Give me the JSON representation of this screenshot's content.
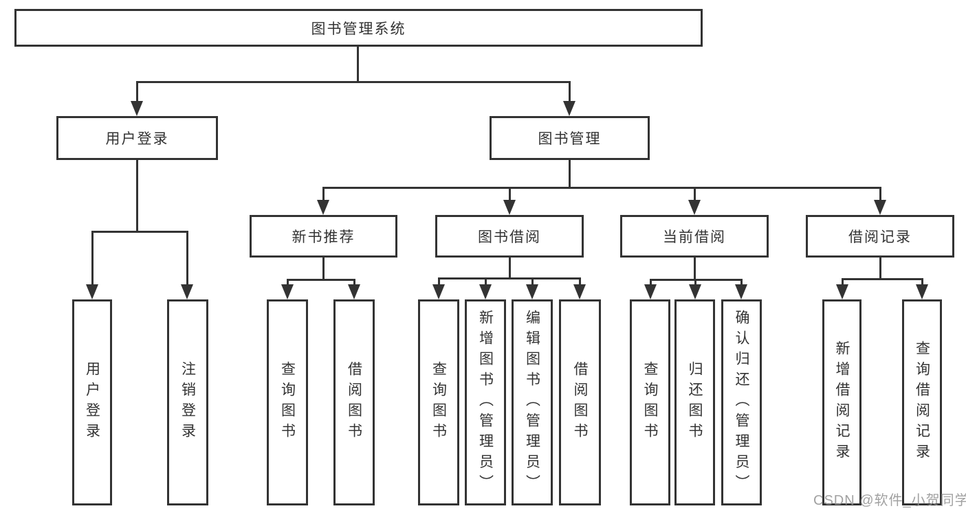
{
  "diagram": {
    "root": {
      "label": "图书管理系统"
    },
    "level2": [
      {
        "label": "用户登录",
        "children": [
          {
            "label": "用户登录"
          },
          {
            "label": "注销登录"
          }
        ]
      },
      {
        "label": "图书管理",
        "children": [
          {
            "label": "新书推荐",
            "children": [
              {
                "label": "查询图书"
              },
              {
                "label": "借阅图书"
              }
            ]
          },
          {
            "label": "图书借阅",
            "children": [
              {
                "label": "查询图书"
              },
              {
                "label": "新增图书（管理员）"
              },
              {
                "label": "编辑图书（管理员）"
              },
              {
                "label": "借阅图书"
              }
            ]
          },
          {
            "label": "当前借阅",
            "children": [
              {
                "label": "查询图书"
              },
              {
                "label": "归还图书"
              },
              {
                "label": "确认归还（管理员）"
              }
            ]
          },
          {
            "label": "借阅记录",
            "children": [
              {
                "label": "新增借阅记录"
              },
              {
                "label": "查询借阅记录"
              }
            ]
          }
        ]
      }
    ],
    "watermark": "CSDN @软件_小贺同学",
    "colors": {
      "line": "#333333",
      "text": "#333333",
      "box_bg": "#ffffff",
      "watermark": "#949494"
    }
  }
}
